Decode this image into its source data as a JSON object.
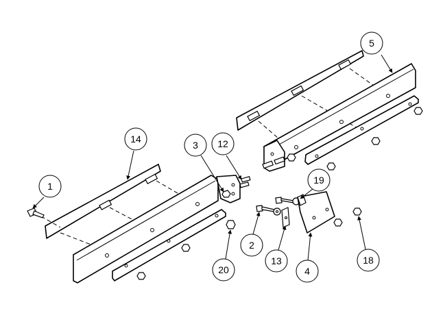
{
  "callouts": [
    {
      "id": "c1",
      "label": "1"
    },
    {
      "id": "c2",
      "label": "2"
    },
    {
      "id": "c3",
      "label": "3"
    },
    {
      "id": "c4",
      "label": "4"
    },
    {
      "id": "c5",
      "label": "5"
    },
    {
      "id": "c12",
      "label": "12"
    },
    {
      "id": "c13",
      "label": "13"
    },
    {
      "id": "c14",
      "label": "14"
    },
    {
      "id": "c18",
      "label": "18"
    },
    {
      "id": "c19",
      "label": "19"
    },
    {
      "id": "c20",
      "label": "20"
    }
  ]
}
